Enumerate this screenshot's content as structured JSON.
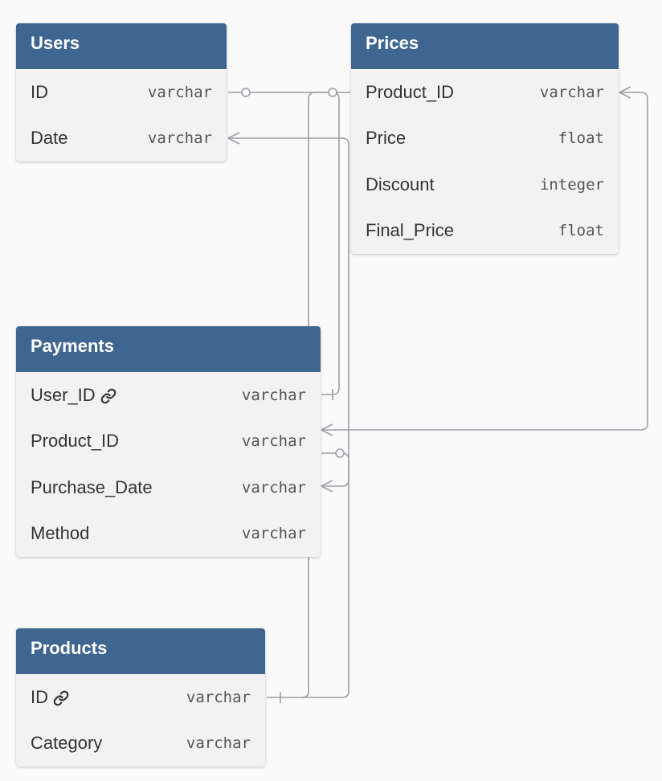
{
  "tables": {
    "users": {
      "name": "Users",
      "columns": [
        {
          "name": "ID",
          "type": "varchar"
        },
        {
          "name": "Date",
          "type": "varchar"
        }
      ]
    },
    "prices": {
      "name": "Prices",
      "columns": [
        {
          "name": "Product_ID",
          "type": "varchar"
        },
        {
          "name": "Price",
          "type": "float"
        },
        {
          "name": "Discount",
          "type": "integer"
        },
        {
          "name": "Final_Price",
          "type": "float"
        }
      ]
    },
    "payments": {
      "name": "Payments",
      "columns": [
        {
          "name": "User_ID",
          "type": "varchar",
          "key_icon": "link-icon"
        },
        {
          "name": "Product_ID",
          "type": "varchar"
        },
        {
          "name": "Purchase_Date",
          "type": "varchar"
        },
        {
          "name": "Method",
          "type": "varchar"
        }
      ]
    },
    "products": {
      "name": "Products",
      "columns": [
        {
          "name": "ID",
          "type": "varchar",
          "key_icon": "link-icon"
        },
        {
          "name": "Category",
          "type": "varchar"
        }
      ]
    }
  },
  "relationships": [
    {
      "from": "Users.ID",
      "from_end": "zero-or-one",
      "to": "Payments.User_ID",
      "to_end": "one"
    },
    {
      "from": "Users.Date",
      "from_end": "many",
      "to": "Payments.Purchase_Date",
      "to_end": "many"
    },
    {
      "from": "Prices.Product_ID",
      "from_end": "zero-or-one",
      "to": "Products.ID",
      "to_end": "one"
    },
    {
      "from": "Prices.Product_ID",
      "from_end": "many",
      "to": "Payments.Product_ID",
      "to_end": "many"
    },
    {
      "from": "Payments.Product_ID",
      "from_end": "zero-or-one",
      "to": "Products.ID",
      "to_end": "one"
    }
  ],
  "colors": {
    "header": "#3f6591",
    "header_text": "#ffffff",
    "body": "#f2f2f2",
    "connector": "#9a9ea6",
    "background": "#fafafa"
  }
}
